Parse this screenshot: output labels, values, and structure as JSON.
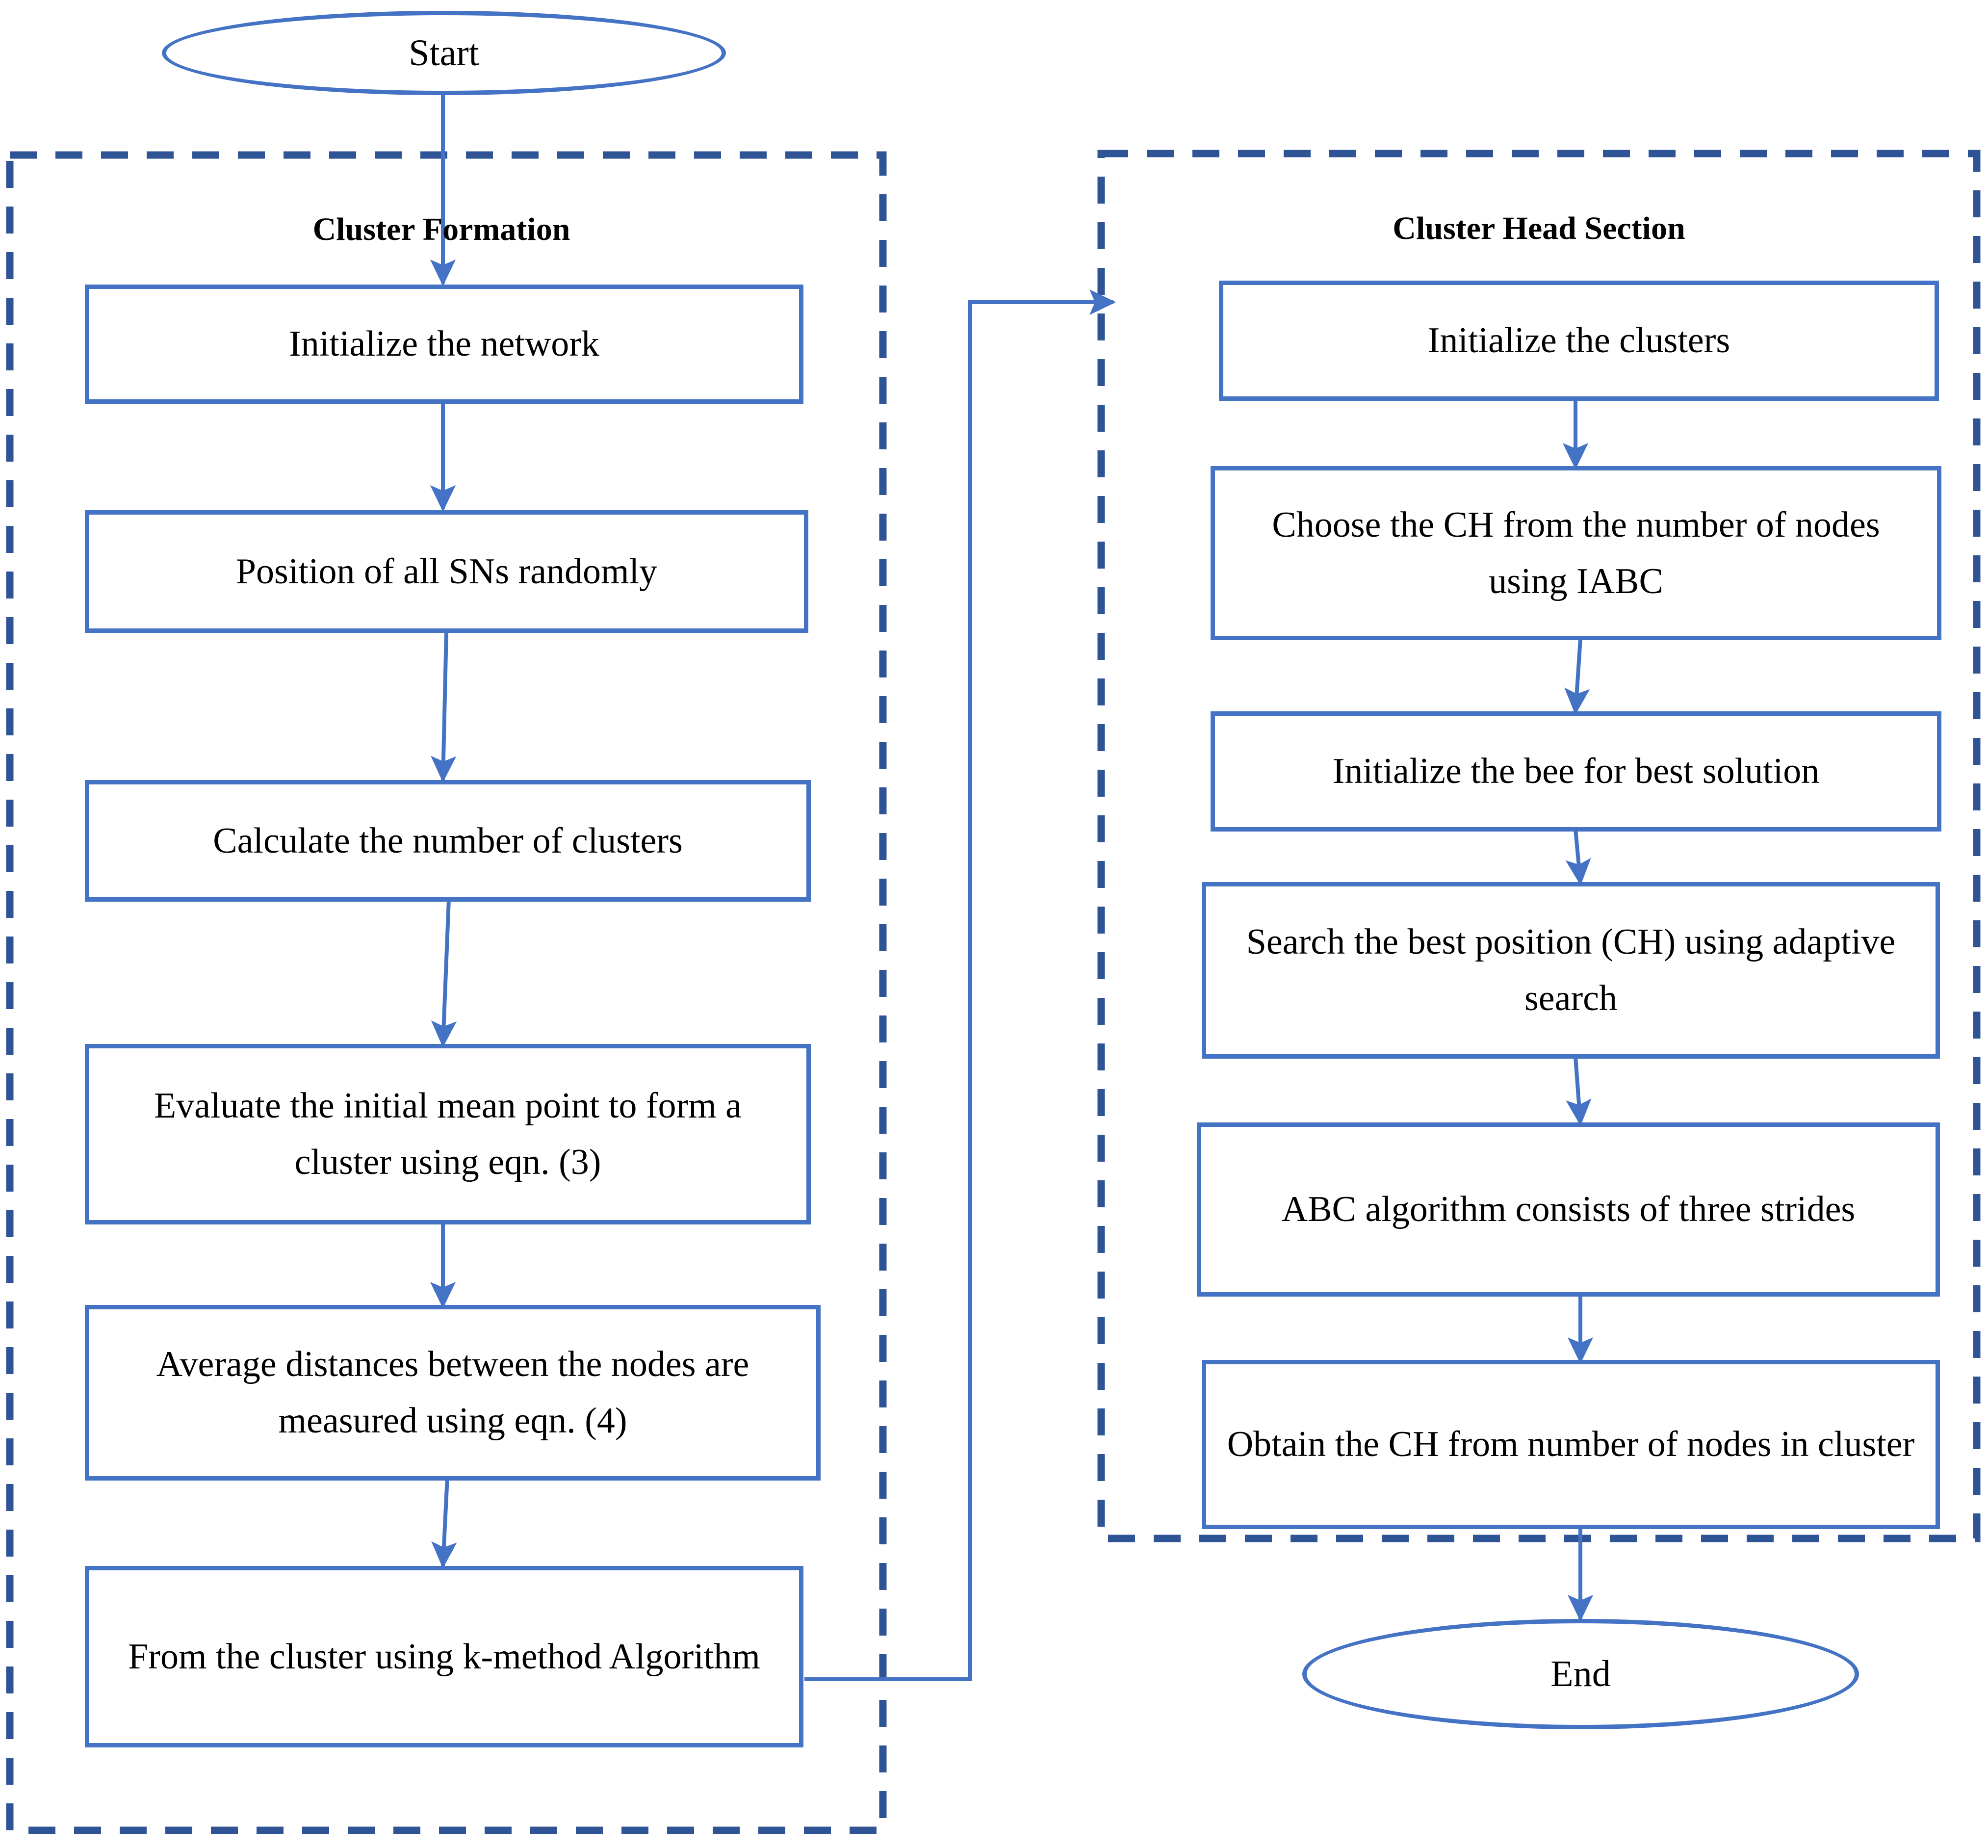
{
  "diagram": {
    "type": "flowchart",
    "title": "Cluster formation and cluster head selection flowchart",
    "colors": {
      "node_border": "#4472C4",
      "connector": "#4472C4",
      "panel_border": "#2F5496",
      "text": "#000000",
      "background": "#FFFFFF"
    },
    "terminals": {
      "start": "Start",
      "end": "End"
    },
    "panels": [
      {
        "id": "cluster-formation",
        "title": "Cluster Formation",
        "steps": [
          "Initialize the network",
          "Position of all SNs randomly",
          "Calculate the number of clusters",
          "Evaluate the initial mean point to form a cluster using eqn. (3)",
          "Average distances between the nodes are measured using eqn. (4)",
          "From the cluster using k-method Algorithm"
        ]
      },
      {
        "id": "cluster-head-section",
        "title": "Cluster Head Section",
        "steps": [
          "Initialize the clusters",
          "Choose the CH from the number of nodes using IABC",
          "Initialize the bee for best solution",
          "Search the best position (CH) using adaptive search",
          "ABC algorithm consists of three strides",
          "Obtain the CH from number of nodes in cluster"
        ]
      }
    ],
    "edges": [
      {
        "from": "start",
        "to": "cluster-formation.step1",
        "kind": "vertical-arrow"
      },
      {
        "from": "cluster-formation.step1",
        "to": "cluster-formation.step2",
        "kind": "vertical-arrow"
      },
      {
        "from": "cluster-formation.step2",
        "to": "cluster-formation.step3",
        "kind": "vertical-arrow"
      },
      {
        "from": "cluster-formation.step3",
        "to": "cluster-formation.step4",
        "kind": "vertical-arrow"
      },
      {
        "from": "cluster-formation.step4",
        "to": "cluster-formation.step5",
        "kind": "vertical-arrow"
      },
      {
        "from": "cluster-formation.step5",
        "to": "cluster-formation.step6",
        "kind": "vertical-arrow"
      },
      {
        "from": "cluster-formation.step6",
        "to": "cluster-head-section.step1",
        "kind": "elbow-arrow-right"
      },
      {
        "from": "cluster-head-section.step1",
        "to": "cluster-head-section.step2",
        "kind": "vertical-arrow"
      },
      {
        "from": "cluster-head-section.step2",
        "to": "cluster-head-section.step3",
        "kind": "vertical-arrow"
      },
      {
        "from": "cluster-head-section.step3",
        "to": "cluster-head-section.step4",
        "kind": "vertical-arrow"
      },
      {
        "from": "cluster-head-section.step4",
        "to": "cluster-head-section.step5",
        "kind": "vertical-arrow"
      },
      {
        "from": "cluster-head-section.step5",
        "to": "cluster-head-section.step6",
        "kind": "vertical-arrow"
      },
      {
        "from": "cluster-head-section.step6",
        "to": "end",
        "kind": "vertical-arrow"
      }
    ]
  }
}
